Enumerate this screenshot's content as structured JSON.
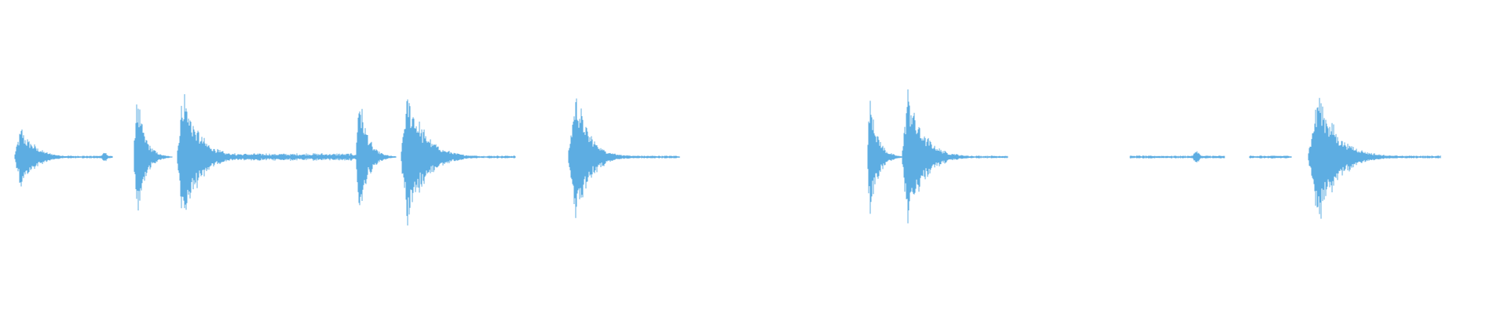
{
  "waveform": {
    "color": "#5DADE2",
    "background": "#ffffff",
    "segments": [
      {
        "start": 0.004,
        "end": 0.06,
        "amp": 0.45,
        "decay": 6,
        "kind": "burst"
      },
      {
        "start": 0.02,
        "end": 0.07,
        "amp": 0.02,
        "kind": "noise"
      },
      {
        "start": 0.062,
        "end": 0.068,
        "amp": 0.06,
        "kind": "blip"
      },
      {
        "start": 0.084,
        "end": 0.11,
        "amp": 0.98,
        "decay": 5,
        "kind": "burst"
      },
      {
        "start": 0.113,
        "end": 0.165,
        "amp": 1.0,
        "decay": 5,
        "kind": "burst"
      },
      {
        "start": 0.13,
        "end": 0.235,
        "amp": 0.05,
        "kind": "noise"
      },
      {
        "start": 0.233,
        "end": 0.26,
        "amp": 0.97,
        "decay": 5,
        "kind": "burst"
      },
      {
        "start": 0.263,
        "end": 0.32,
        "amp": 0.98,
        "decay": 5,
        "kind": "burst"
      },
      {
        "start": 0.29,
        "end": 0.34,
        "amp": 0.02,
        "kind": "noise"
      },
      {
        "start": 0.375,
        "end": 0.44,
        "amp": 0.96,
        "decay": 7,
        "kind": "burst"
      },
      {
        "start": 0.4,
        "end": 0.45,
        "amp": 0.02,
        "kind": "noise"
      },
      {
        "start": 0.576,
        "end": 0.6,
        "amp": 0.99,
        "decay": 5,
        "kind": "burst"
      },
      {
        "start": 0.599,
        "end": 0.65,
        "amp": 0.98,
        "decay": 5,
        "kind": "burst"
      },
      {
        "start": 0.62,
        "end": 0.67,
        "amp": 0.02,
        "kind": "noise"
      },
      {
        "start": 0.752,
        "end": 0.815,
        "amp": 0.02,
        "kind": "noise"
      },
      {
        "start": 0.793,
        "end": 0.8,
        "amp": 0.08,
        "kind": "blip"
      },
      {
        "start": 0.832,
        "end": 0.86,
        "amp": 0.02,
        "kind": "noise"
      },
      {
        "start": 0.871,
        "end": 0.96,
        "amp": 0.96,
        "decay": 7,
        "kind": "burst"
      },
      {
        "start": 0.905,
        "end": 0.96,
        "amp": 0.02,
        "kind": "noise"
      }
    ]
  }
}
